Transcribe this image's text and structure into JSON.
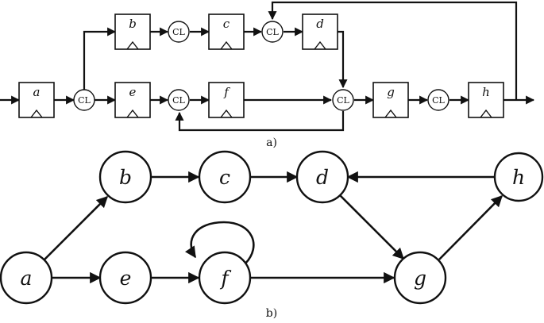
{
  "circuit": {
    "caption": "a)",
    "registers": [
      "a",
      "b",
      "c",
      "d",
      "e",
      "f",
      "g",
      "h"
    ],
    "logic_label": "CL"
  },
  "graph": {
    "caption": "b)",
    "nodes": [
      "a",
      "b",
      "c",
      "d",
      "e",
      "f",
      "g",
      "h"
    ],
    "edges": [
      [
        "a",
        "b"
      ],
      [
        "a",
        "e"
      ],
      [
        "b",
        "c"
      ],
      [
        "c",
        "d"
      ],
      [
        "d",
        "g"
      ],
      [
        "e",
        "f"
      ],
      [
        "f",
        "f"
      ],
      [
        "f",
        "g"
      ],
      [
        "g",
        "h"
      ],
      [
        "h",
        "d"
      ]
    ]
  }
}
